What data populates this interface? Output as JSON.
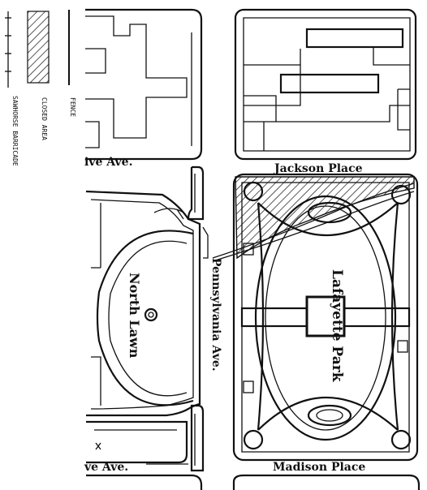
{
  "legend": {
    "fence": "FENCE",
    "closed_area": "CLOSED AREA",
    "barricade": "SAWHORSE BARRICADE"
  },
  "streets": {
    "jackson_place": "Jackson Place",
    "madison_place": "Madison Place",
    "pennsylvania_ave": "Pennsylvania Ave.",
    "ave_top_fragment": "ive Ave.",
    "ave_bottom_fragment": "ve Ave."
  },
  "areas": {
    "north_lawn": "North Lawn",
    "lafayette_park": "Lafayette Park"
  },
  "colors": {
    "ink": "#111111",
    "paper": "#ffffff"
  }
}
